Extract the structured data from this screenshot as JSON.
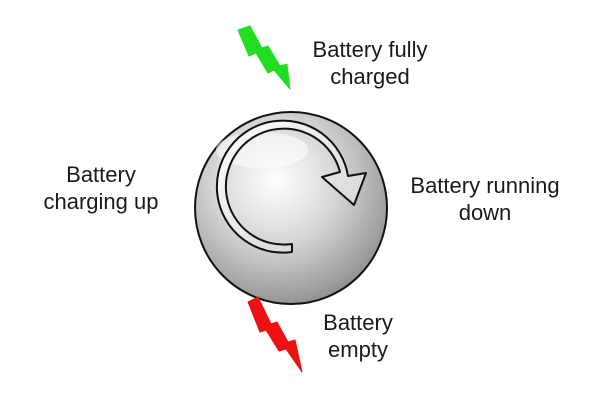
{
  "labels": {
    "top": {
      "line1": "Battery fully",
      "line2": "charged"
    },
    "right": {
      "line1": "Battery running",
      "line2": "down"
    },
    "left": {
      "line1": "Battery",
      "line2": "charging up"
    },
    "bottom": {
      "line1": "Battery",
      "line2": "empty"
    }
  },
  "colors": {
    "charged_bolt": "#22dd22",
    "empty_bolt": "#ee1111",
    "outline": "#111111",
    "knob_metal": "#c9c9c9",
    "arrow_fill": "#e9e9e9"
  },
  "icons": {
    "top": "lightning-bolt-icon",
    "bottom": "lightning-bolt-icon",
    "center": "rotation-arrow-icon"
  }
}
